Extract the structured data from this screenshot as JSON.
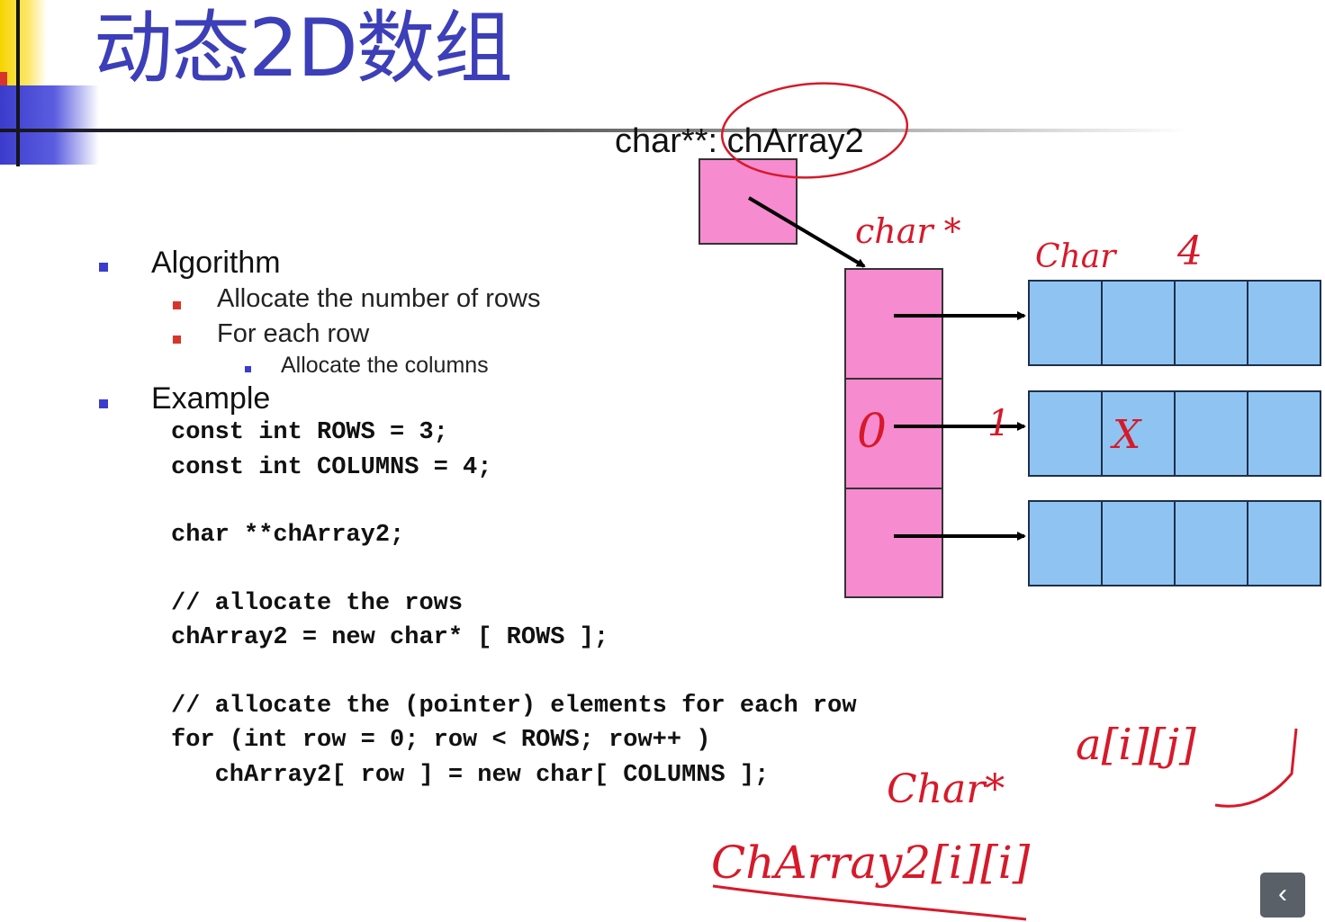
{
  "title": "动态2D数组",
  "bullets": {
    "algorithm": "Algorithm",
    "allocate_rows": "Allocate the number of rows",
    "for_each_row": "For each row",
    "allocate_columns": "Allocate the columns",
    "example": "Example"
  },
  "code": [
    "const int ROWS = 3;",
    "const int COLUMNS = 4;",
    "char **chArray2;",
    "// allocate the rows",
    "chArray2 = new char* [ ROWS ];",
    "// allocate the (pointer) elements for each row",
    "for (int row = 0; row < ROWS; row++ )",
    "   chArray2[ row ] = new char[ COLUMNS ];"
  ],
  "diagram": {
    "pointer_var_label": "char**: chArray2",
    "rows": 3,
    "columns": 4,
    "colors": {
      "pointer_box": "#f78bd0",
      "cell": "#8fc4f2",
      "annotation": "#d61a2a",
      "title": "#3c3fb8"
    }
  },
  "annotations": {
    "char_star_top": "char *",
    "char_label": "Char",
    "four": "4",
    "x_mark": "X",
    "zero": "0",
    "one": "1",
    "char_star_bottom": "Char*",
    "a_index": "a[i][j]",
    "charray_index": "ChArray2[i][i]"
  },
  "nav": {
    "icon": "chevron-left-icon",
    "symbol": "‹"
  }
}
